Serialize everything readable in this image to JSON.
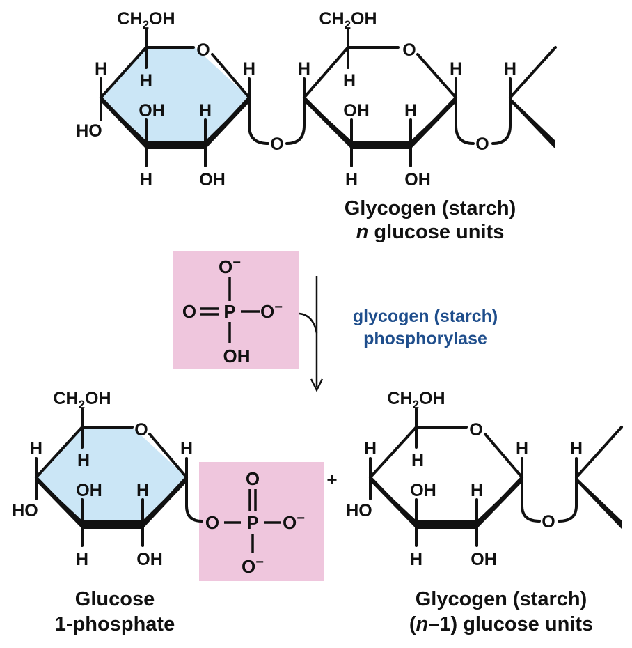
{
  "colors": {
    "ring_fill": "#cbe6f6",
    "phosphate_fill": "#efc6dd",
    "enzyme_text": "#1f4e8c",
    "line": "#111111"
  },
  "atoms": {
    "ch2oh_c": "CH",
    "ch2oh_sub": "2",
    "ch2oh_end": "OH",
    "oxygen": "O",
    "hydrogen": "H",
    "hydroxyl": "OH",
    "hydroxyl_left": "HO",
    "phosphorus": "P",
    "minus": "−",
    "plus": "+"
  },
  "top": {
    "name_line1": "Glycogen (starch)",
    "name_line2_italic": "n",
    "name_line2_rest": " glucose units"
  },
  "enzyme": {
    "line1": "glycogen (starch)",
    "line2": "phosphorylase"
  },
  "bottom_left": {
    "name_line1": "Glucose",
    "name_line2": "1-phosphate"
  },
  "bottom_right": {
    "name_line1": "Glycogen (starch)",
    "name_line2_open": "(",
    "name_line2_italic": "n",
    "name_line2_rest": "–1) glucose units"
  }
}
